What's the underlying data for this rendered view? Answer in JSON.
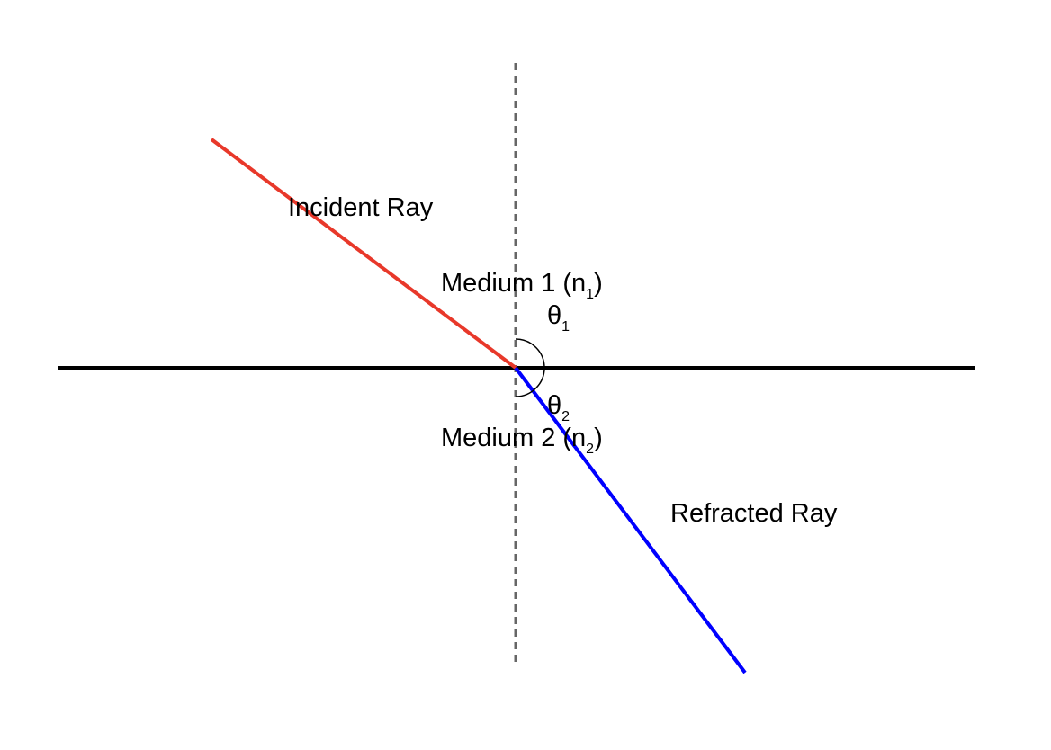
{
  "labels": {
    "incident": "Incident Ray",
    "refracted": "Refracted Ray",
    "medium1": "Medium 1 (n",
    "medium1_sub": "1",
    "medium1_close": ")",
    "medium2": "Medium 2 (n",
    "medium2_sub": "2",
    "medium2_close": ")",
    "theta1": "θ",
    "theta1_sub": "1",
    "theta2": "θ",
    "theta2_sub": "2"
  },
  "colors": {
    "incident_ray": "#e8382a",
    "refracted_ray": "#0000ff",
    "interface": "#000000",
    "normal": "#666666"
  }
}
